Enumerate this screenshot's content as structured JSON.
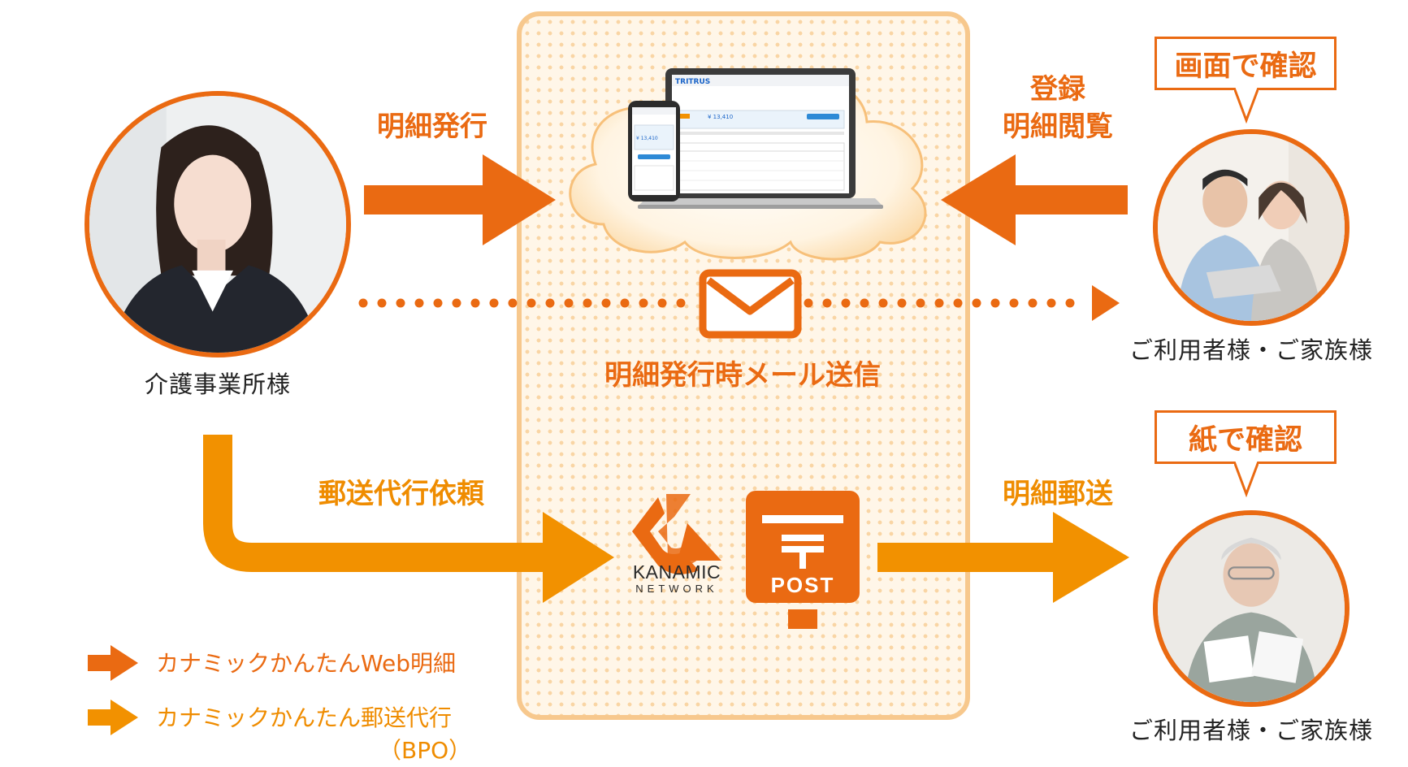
{
  "labels": {
    "provider": "介護事業所様",
    "issue": "明細発行",
    "register_view_1": "登録",
    "register_view_2": "明細閲覧",
    "mail": "明細発行時メール送信",
    "mail_request": "郵送代行依頼",
    "statement_mail": "明細郵送",
    "user_top": "ご利用者様・ご家族様",
    "user_bottom": "ご利用者様・ご家族様",
    "confirm_screen": "画面で確認",
    "confirm_paper": "紙で確認",
    "kanamic_1": "KANAMIC",
    "kanamic_2": "NETWORK",
    "post": "POST",
    "app_logo": "TRITRUS",
    "app_amount": "¥ 13,410",
    "phone_amount": "¥ 13,410"
  },
  "legend": {
    "web": "カナミックかんたんWeb明細",
    "bpo_1": "カナミックかんたん郵送代行",
    "bpo_2": "（BPO）"
  },
  "icons": {
    "arrows": "arrow-right-icon",
    "mail": "envelope-icon",
    "post": "postbox-icon",
    "kanamic": "kanamic-logo-icon",
    "cloud": "cloud-icon"
  },
  "colors": {
    "web": "#ea6a12",
    "bpo": "#f29100",
    "panel_border": "#f7c88d"
  }
}
